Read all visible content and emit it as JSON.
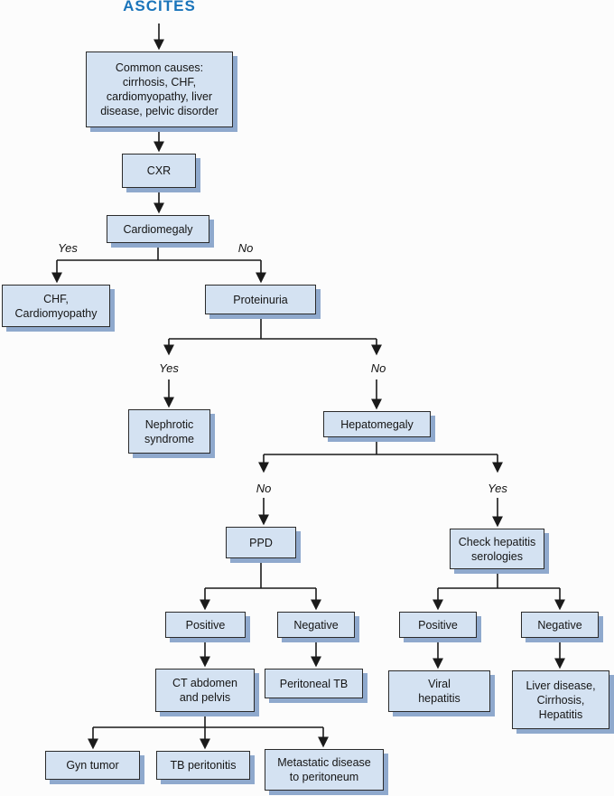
{
  "title": "ASCITES",
  "colors": {
    "title": "#1a74ba",
    "box_fill": "#d4e2f2",
    "box_border": "#2b2b2b",
    "box_shadow": "#8fa9cd",
    "line": "#1a1a1a"
  },
  "nodes": {
    "common_causes": "Common causes:\ncirrhosis, CHF,\ncardiomyopathy, liver\ndisease, pelvic disorder",
    "cxr": "CXR",
    "cardiomegaly": "Cardiomegaly",
    "chf_cardiomyopathy": "CHF,\nCardiomyopathy",
    "proteinuria": "Proteinuria",
    "nephrotic_syndrome": "Nephrotic\nsyndrome",
    "hepatomegaly": "Hepatomegaly",
    "ppd": "PPD",
    "check_hepatitis_serologies": "Check hepatitis\nserologies",
    "ppd_positive": "Positive",
    "ppd_negative": "Negative",
    "hepatitis_positive": "Positive",
    "hepatitis_negative": "Negative",
    "ct_abdomen_pelvis": "CT abdomen\nand pelvis",
    "peritoneal_tb": "Peritoneal TB",
    "viral_hepatitis": "Viral\nhepatitis",
    "liver_disease_cirrhosis_hepatitis": "Liver disease,\nCirrhosis,\nHepatitis",
    "gyn_tumor": "Gyn tumor",
    "tb_peritonitis": "TB peritonitis",
    "metastatic_disease_to_peritoneum": "Metastatic disease\nto peritoneum"
  },
  "edge_labels": {
    "cardiomegaly_yes": "Yes",
    "cardiomegaly_no": "No",
    "proteinuria_yes": "Yes",
    "proteinuria_no": "No",
    "hepatomegaly_no": "No",
    "hepatomegaly_yes": "Yes"
  },
  "edges": [
    {
      "from": "ASCITES",
      "to": "Common causes: cirrhosis, CHF, cardiomyopathy, liver disease, pelvic disorder",
      "label": ""
    },
    {
      "from": "Common causes",
      "to": "CXR",
      "label": ""
    },
    {
      "from": "CXR",
      "to": "Cardiomegaly",
      "label": ""
    },
    {
      "from": "Cardiomegaly",
      "to": "CHF, Cardiomyopathy",
      "label": "Yes"
    },
    {
      "from": "Cardiomegaly",
      "to": "Proteinuria",
      "label": "No"
    },
    {
      "from": "Proteinuria",
      "to": "Nephrotic syndrome",
      "label": "Yes"
    },
    {
      "from": "Proteinuria",
      "to": "Hepatomegaly",
      "label": "No"
    },
    {
      "from": "Hepatomegaly",
      "to": "PPD",
      "label": "No"
    },
    {
      "from": "Hepatomegaly",
      "to": "Check hepatitis serologies",
      "label": "Yes"
    },
    {
      "from": "PPD",
      "to": "Positive",
      "label": ""
    },
    {
      "from": "PPD",
      "to": "Negative",
      "label": ""
    },
    {
      "from": "PPD Positive",
      "to": "CT abdomen and pelvis",
      "label": ""
    },
    {
      "from": "PPD Negative",
      "to": "Peritoneal TB",
      "label": ""
    },
    {
      "from": "Check hepatitis serologies",
      "to": "Positive",
      "label": ""
    },
    {
      "from": "Check hepatitis serologies",
      "to": "Negative",
      "label": ""
    },
    {
      "from": "Hepatitis Positive",
      "to": "Viral hepatitis",
      "label": ""
    },
    {
      "from": "Hepatitis Negative",
      "to": "Liver disease, Cirrhosis, Hepatitis",
      "label": ""
    },
    {
      "from": "CT abdomen and pelvis",
      "to": "Gyn tumor",
      "label": ""
    },
    {
      "from": "CT abdomen and pelvis",
      "to": "TB peritonitis",
      "label": ""
    },
    {
      "from": "CT abdomen and pelvis",
      "to": "Metastatic disease to peritoneum",
      "label": ""
    }
  ]
}
